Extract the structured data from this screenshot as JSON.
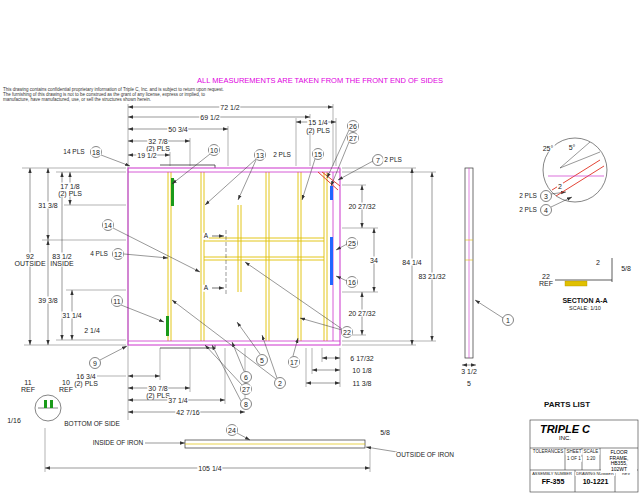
{
  "diagram": {
    "title": "ALL MEASUREMENTS ARE TAKEN FROM THE FRONT END OF SIDES",
    "nodes": [
      {
        "text": [
          "TRIPLE C",
          "INC."
        ]
      },
      {
        "text": [
          "FLOOR FRAME, HB355, 102WT"
        ]
      },
      {
        "text": [
          "FF-355"
        ]
      },
      {
        "text": [
          "10-1221"
        ]
      }
    ],
    "labels": [
      "This drawing contains confidential proprietary information of Triple C, Inc. and is subject to return upon request. The furnishing of this drawing is not to be construed as the grant of any license, express or implied, to manufacture, have manufactured, use, or sell the structures shown herein.",
      "72 1/2",
      "69 1/2",
      "50 3/4",
      "32 7/8",
      "(2) PLS",
      "19 1/2",
      "15 1/4",
      "(2) PLS",
      "14 PLS",
      "18",
      "10",
      "13",
      "2 PLS",
      "15",
      "26",
      "27",
      "7",
      "2 PLS",
      "17 1/8",
      "(2) PLS",
      "31 3/8",
      "92",
      "OUTSIDE",
      "83 1/2",
      "INSIDE",
      "4 PLS",
      "12",
      "14",
      "39 3/8",
      "31 1/4",
      "11",
      "2 1/4",
      "9",
      "16 3/4",
      "(2) PLS",
      "30 7/8",
      "(2) PLS",
      "37 1/4",
      "42 7/16",
      "20 27/32",
      "34",
      "20 27/32",
      "84 1/4",
      "83 21/32",
      "25",
      "16",
      "22",
      "6 17/32",
      "10 1/8",
      "11 3/8",
      "17",
      "2",
      "5",
      "6",
      "27",
      "8",
      "A",
      "A",
      "1",
      "3 1/2",
      "5",
      "25°",
      "5°",
      "2",
      "2 PLS",
      "3",
      "2 PLS",
      "4",
      "2",
      "5/8",
      "22",
      "REF",
      "SECTION A-A",
      "SCALE: 1/10",
      "PARTS LIST",
      "11",
      "REF",
      "10",
      "REF",
      "1/16",
      "BOTTOM OF SIDE",
      "INSIDE OF IRON",
      "24",
      "5/8",
      "105 1/4",
      "OUTSIDE OF IRON",
      "TOLERANCES",
      "SHEET",
      "1 OF 1",
      "SCALE",
      "1:20",
      "ASSEMBLY NUMBER",
      "DRAWING NUMBER",
      "REV"
    ]
  }
}
